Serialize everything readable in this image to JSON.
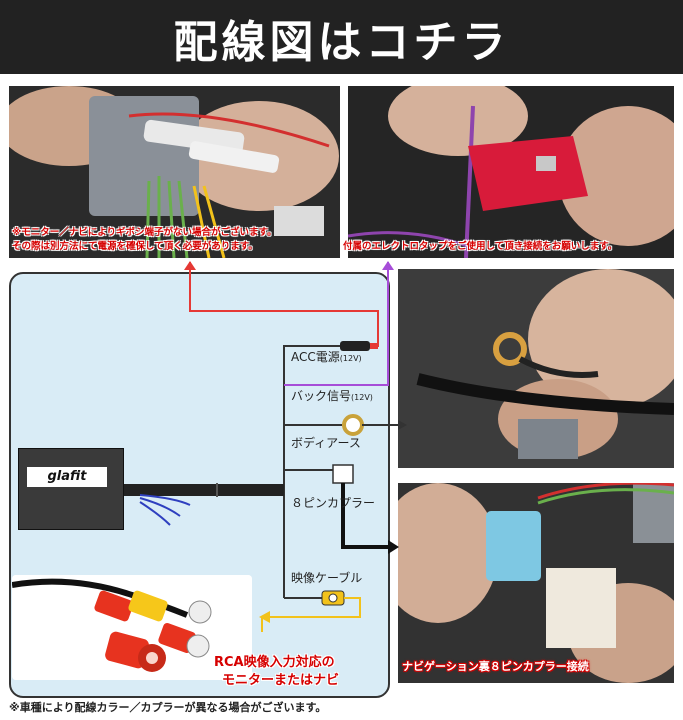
{
  "header": {
    "title": "配線図はコチラ"
  },
  "photos": {
    "top_left_caption_line1": "※モニター／ナビによりギボシ端子がない場合がございます。",
    "top_left_caption_line2": "その際は別方法にて電源を確保して頂く必要があります。",
    "top_right_caption": "付属のエレクトロタップをご使用して頂き接続をお願いします。",
    "bottom_right_caption": "ナビゲーション裏８ピンカプラー接続"
  },
  "diagram": {
    "logo": "glafit",
    "acc_label": "ACC電源",
    "acc_note": "(12V)",
    "back_label": "バック信号",
    "back_note": "(12V)",
    "ground_label": "ボディアース",
    "coupler_label": "８ピンカプラー",
    "video_label": "映像ケーブル",
    "rca_line1": "RCA映像入力対応の",
    "rca_line2": "モニターまたはナビ"
  },
  "footnote": "※車種により配線カラー／カプラーが異なる場合がございます。",
  "colors": {
    "red_wire": "#e53935",
    "purple_wire": "#a64dd8",
    "yellow_wire": "#f2c21b",
    "caption_red": "#d60000",
    "panel_bg": "#d9ecf6"
  }
}
